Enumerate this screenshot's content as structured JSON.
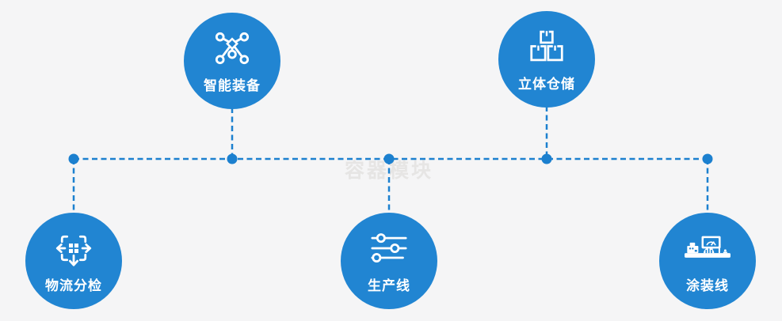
{
  "watermark_text": "容器模块",
  "palette": {
    "circle_blue": "#2185d2",
    "connector_blue": "#1c80cf",
    "background_gray": "#f5f5f6",
    "label_white": "#ffffff",
    "watermark_gray": "#e6e5e4"
  },
  "nodes": [
    {
      "label": "智能装备",
      "icon": "network-nodes-icon",
      "position": "top-left"
    },
    {
      "label": "立体仓储",
      "icon": "stacked-boxes-icon",
      "position": "top-right"
    },
    {
      "label": "物流分检",
      "icon": "sort-dispatch-icon",
      "position": "bottom-left"
    },
    {
      "label": "生产线",
      "icon": "sliders-icon",
      "position": "bottom-center"
    },
    {
      "label": "涂装线",
      "icon": "paint-station-icon",
      "position": "bottom-right"
    }
  ]
}
